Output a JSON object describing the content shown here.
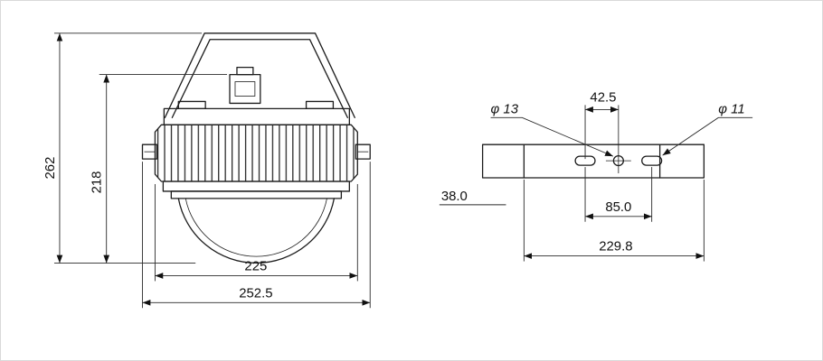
{
  "drawing": {
    "front": {
      "total_height": "262",
      "body_height": "218",
      "lens_width": "225",
      "total_width": "252.5"
    },
    "bracket": {
      "hole_offset": "42.5",
      "center_hole_dia": "φ 13",
      "slot_hole_dia": "φ 11",
      "plate_width": "38.0",
      "slot_spacing": "85.0",
      "mount_length": "229.8"
    }
  }
}
